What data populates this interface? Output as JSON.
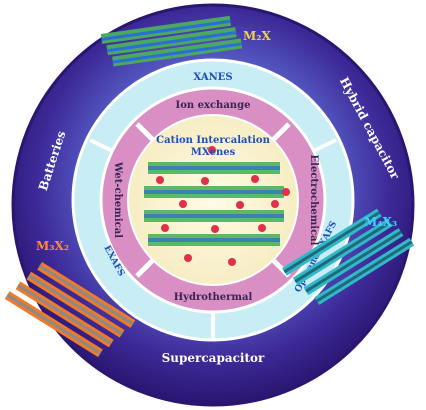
{
  "center": {
    "title_line1": "Cation Intercalation",
    "title_line2": "MXenes"
  },
  "inner_ring": {
    "top": "Ion exchange",
    "right": "Electrochemical",
    "bottom": "Hydrothermal",
    "left": "Wet-chemical"
  },
  "middle_ring": {
    "top": "XANES",
    "left": "EXAFS",
    "right": "Operando XAFS"
  },
  "outer_ring": {
    "left": "Batteries",
    "right": "Hybrid capacitor",
    "bottom": "Supercapacitor"
  },
  "structures": {
    "top_label": "M₂X",
    "left_label": "M₃X₂",
    "right_label": "M₄X₃"
  },
  "colors": {
    "outer_disc": "#3b1f8a",
    "outer_glow": "#6d7fe0",
    "middle_ring": "#c6ecf3",
    "inner_ring": "#d58cbf",
    "core": "#fdf6d2",
    "mxene_green": "#3fae55",
    "cation_red": "#e0304a",
    "orange_crystal": "#f07a28",
    "cyan_crystal": "#33b8c9"
  }
}
